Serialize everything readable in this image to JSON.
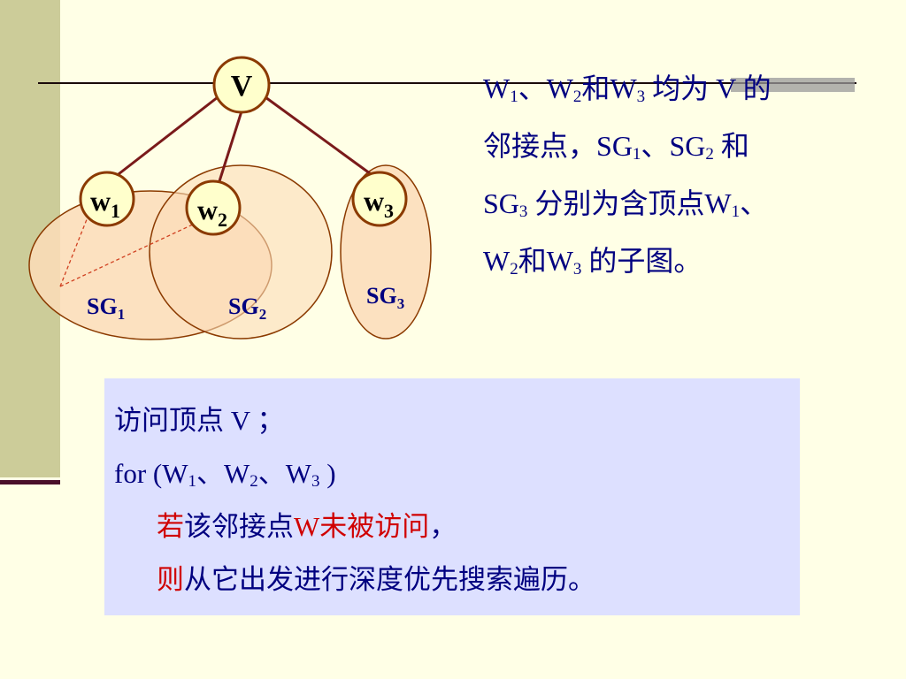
{
  "graph": {
    "root": "V",
    "children": [
      {
        "base": "w",
        "sub": "1"
      },
      {
        "base": "w",
        "sub": "2"
      },
      {
        "base": "w",
        "sub": "3"
      }
    ],
    "subgraphs": [
      {
        "base": "SG",
        "sub": "1"
      },
      {
        "base": "SG",
        "sub": "2"
      },
      {
        "base": "SG",
        "sub": "3"
      }
    ]
  },
  "description": {
    "line1": {
      "w": "W",
      "s1": "1",
      "sep1": "、",
      "s2": "2",
      "and": "和",
      "s3": "3",
      "tail": " 均为 V 的"
    },
    "line2": {
      "text": "邻接点，",
      "sg": "SG",
      "s1": "1",
      "sep": "、",
      "s2": "2",
      "and": " 和"
    },
    "line3": {
      "sg": "SG",
      "s3": "3",
      "text": " 分别为含顶点",
      "w": "W",
      "s1": "1",
      "sep": "、"
    },
    "line4": {
      "w": "W",
      "s2": "2",
      "and": "和",
      "s3": "3",
      "tail": " 的子图。"
    }
  },
  "algorithm": {
    "line1": "访问顶点 V ；",
    "line2": {
      "prefix": "for (W",
      "s1": "1",
      "sep1": "、W",
      "s2": "2",
      "sep2": "、",
      "w3": "W",
      "s3": "3",
      "suffix": " )"
    },
    "line3": {
      "ruo": "若",
      "mid": "该邻接点",
      "w_not_visited": "W未被访问",
      "comma": "，"
    },
    "line4": {
      "ze": "则",
      "rest": "从它出发进行深度优先搜索遍历。"
    }
  },
  "colors": {
    "background": "#FFFFE6",
    "left_band": "#CCCC99",
    "text": "#000080",
    "highlight": "#D00000",
    "node_fill": "#FFFFCC",
    "node_stroke": "#8B3A00",
    "subgraph_fill": "#FCDCB8",
    "algo_box": "#DDE0FF"
  }
}
